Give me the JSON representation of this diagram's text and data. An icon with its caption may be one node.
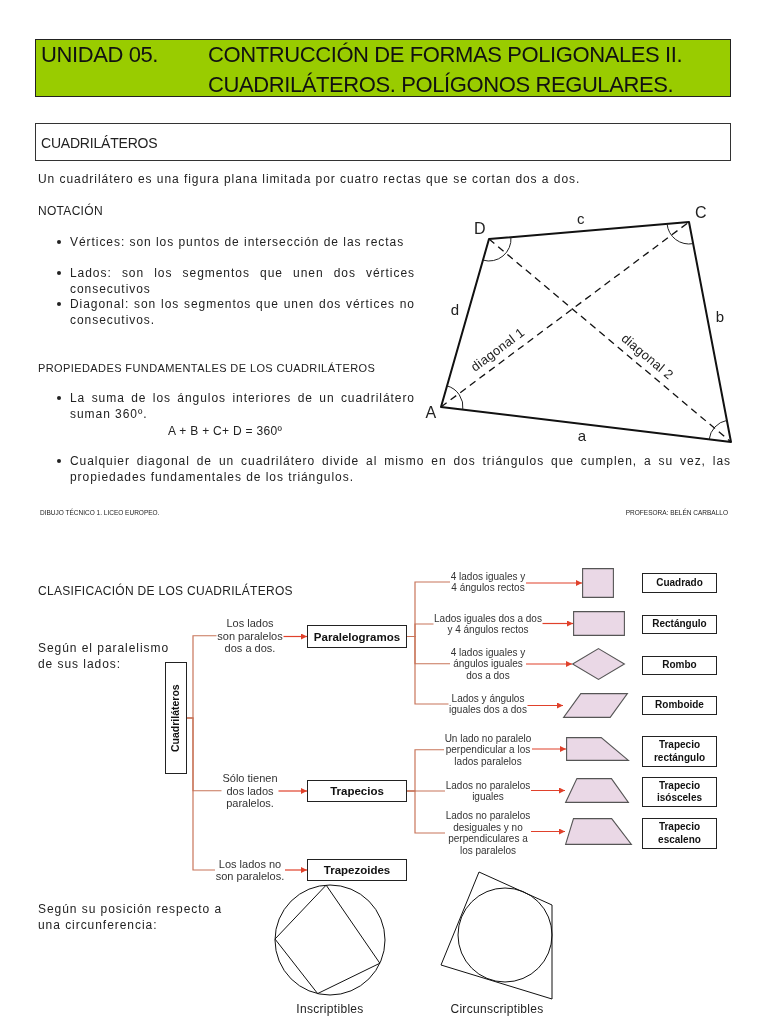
{
  "diagram": {
    "nodes": [
      {
        "text": [
          "UNIDAD 05.",
          "CONTRUCCIÓN DE FORMAS POLIGONALES II. CUADRILÁTEROS. POLÍGONOS REGULARES."
        ]
      },
      {
        "text": [
          "CUADRILÁTEROS"
        ]
      },
      {
        "text": [
          "Cuadriláteros"
        ]
      },
      {
        "text": [
          "Los lados son paralelos dos a dos."
        ]
      },
      {
        "text": [
          "Paralelogramos"
        ]
      },
      {
        "text": [
          "4 lados iguales y 4 ángulos rectos"
        ]
      },
      {
        "text": [],
        "shape": "box"
      },
      {
        "text": [
          "Cuadrado"
        ]
      },
      {
        "text": [
          "Lados iguales dos a dos y 4 ángulos rectos"
        ]
      },
      {
        "text": [],
        "shape": "box"
      },
      {
        "text": [
          "Rectángulo"
        ]
      },
      {
        "text": [
          "4 lados iguales y ángulos iguales dos a dos"
        ]
      },
      {
        "text": [],
        "shape": "diamond"
      },
      {
        "text": [
          "Rombo"
        ]
      },
      {
        "text": [
          "Lados y ángulos iguales dos a dos"
        ]
      },
      {
        "text": [],
        "shape": "parallelogram"
      },
      {
        "text": [
          "Romboide"
        ]
      },
      {
        "text": [
          "Sólo tienen dos lados paralelos."
        ]
      },
      {
        "text": [
          "Trapecios"
        ]
      },
      {
        "text": [
          "Un lado no paralelo perpendicular a los lados paralelos"
        ]
      },
      {
        "text": [],
        "shape": "trapezoid"
      },
      {
        "text": [
          "Trapecio rectángulo"
        ]
      },
      {
        "text": [
          "Lados no paralelos iguales"
        ]
      },
      {
        "text": [],
        "shape": "trapezoid"
      },
      {
        "text": [
          "Trapecio isósceles"
        ]
      },
      {
        "text": [
          "Lados no paralelos desiguales y no perpendiculares a los paralelos"
        ]
      },
      {
        "text": [],
        "shape": "trapezoid"
      },
      {
        "text": [
          "Trapecio escaleno"
        ]
      },
      {
        "text": [
          "Los lados no son paralelos."
        ]
      },
      {
        "text": [
          "Trapezoides"
        ]
      }
    ],
    "edges": [
      {
        "from": 2,
        "to": 3,
        "arrow": "none",
        "color": "#c8755a"
      },
      {
        "from": 3,
        "to": 4,
        "arrow": "to",
        "color": "#e0412b"
      },
      {
        "from": 2,
        "to": 17,
        "arrow": "none",
        "color": "#c8755a"
      },
      {
        "from": 17,
        "to": 18,
        "arrow": "to",
        "color": "#e0412b"
      },
      {
        "from": 2,
        "to": 28,
        "arrow": "none",
        "color": "#c8755a"
      },
      {
        "from": 28,
        "to": 29,
        "arrow": "to",
        "color": "#e0412b"
      },
      {
        "from": 4,
        "to": 5,
        "arrow": "none",
        "color": "#c8755a"
      },
      {
        "from": 5,
        "to": 6,
        "arrow": "to",
        "color": "#e0412b"
      },
      {
        "from": 4,
        "to": 8,
        "arrow": "none",
        "color": "#c8755a"
      },
      {
        "from": 8,
        "to": 9,
        "arrow": "to",
        "color": "#e0412b"
      },
      {
        "from": 4,
        "to": 11,
        "arrow": "none",
        "color": "#c8755a"
      },
      {
        "from": 11,
        "to": 12,
        "arrow": "to",
        "color": "#e0412b"
      },
      {
        "from": 4,
        "to": 14,
        "arrow": "none",
        "color": "#c8755a"
      },
      {
        "from": 14,
        "to": 15,
        "arrow": "to",
        "color": "#e0412b"
      },
      {
        "from": 18,
        "to": 19,
        "arrow": "none",
        "color": "#c8755a"
      },
      {
        "from": 19,
        "to": 20,
        "arrow": "to",
        "color": "#e0412b"
      },
      {
        "from": 18,
        "to": 22,
        "arrow": "none",
        "color": "#c8755a"
      },
      {
        "from": 22,
        "to": 23,
        "arrow": "to",
        "color": "#e0412b"
      },
      {
        "from": 18,
        "to": 25,
        "arrow": "none",
        "color": "#c8755a"
      },
      {
        "from": 25,
        "to": 26,
        "arrow": "to",
        "color": "#e0412b"
      }
    ],
    "labels": [
      "Un cuadrilátero es una figura plana limitada por cuatro rectas que se cortan dos a dos.",
      "NOTACIÓN",
      "Vértices: son los puntos de intersección de las rectas",
      "Lados: son los segmentos que unen dos vértices consecutivos",
      "Diagonal: son los segmentos que unen dos vértices no consecutivos.",
      "PROPIEDADES FUNDAMENTALES DE LOS CUADRILÁTEROS",
      "La suma de los ángulos interiores de un cuadrilátero suman 360º.",
      "A + B + C+ D = 360º",
      "D",
      "c",
      "C",
      "d",
      "b",
      "diagonal 1",
      "diagonal 2",
      "A",
      "a",
      "Cualquier diagonal de un cuadrilátero divide al mismo en dos triángulos que cumplen, a su vez, las propiedades fundamentales de los triángulos.",
      "DIBUJO TÉCNICO 1. LICEO EUROPEO.",
      "PROFESORA: BELÉN CARBALLO",
      "CLASIFICACIÓN DE LOS CUADRILÁTEROS",
      "Según el paralelismo de sus lados:",
      "Según su posición respecto a una circunferencia:",
      "Inscriptibles",
      "Circunscriptibles"
    ]
  }
}
